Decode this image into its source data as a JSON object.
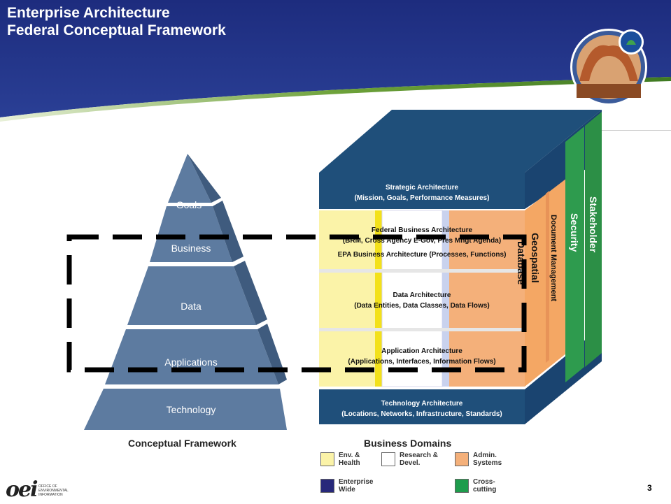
{
  "header": {
    "title_line1": "Enterprise Architecture",
    "title_line2": "Federal Conceptual Framework",
    "bg_color": "#1a2b78",
    "accent_color": "#6ea23a"
  },
  "pyramid": {
    "levels": [
      "Goals",
      "Business",
      "Data",
      "Applications",
      "Technology"
    ],
    "caption": "Conceptual Framework",
    "color": "#4f6f94"
  },
  "cube": {
    "top_layer": {
      "title": "Strategic Architecture",
      "subtitle": "(Mission, Goals, Performance Measures)"
    },
    "business_layer": {
      "line1": "Federal Business Architecture",
      "line2": "(BRM, Cross Agency E-Gov, Pres Mngt Agenda)",
      "line3": "EPA Business Architecture (Processes, Functions)"
    },
    "data_layer": {
      "title": "Data Architecture",
      "subtitle": "(Data Entities, Data Classes, Data Flows)"
    },
    "application_layer": {
      "title": "Application Architecture",
      "subtitle": "(Applications, Interfaces, Information Flows)"
    },
    "bottom_layer": {
      "title": "Technology Architecture",
      "subtitle": "(Locations, Networks, Infrastructure, Standards)"
    },
    "side_columns": [
      "Database",
      "Geospatial",
      "Document Management"
    ],
    "crosscutting_columns": [
      "Security",
      "Stakeholder"
    ],
    "colors": {
      "enterprise": "#1f4f7a",
      "env_health": "#fbf3a8",
      "research": "#ffffff",
      "admin": "#f4b07a",
      "crosscutting": "#2e9b4e"
    }
  },
  "legend": {
    "caption": "Business Domains",
    "items": [
      {
        "label": "Env. &\nHealth",
        "color": "#fbf3a8"
      },
      {
        "label": "Research &\nDevel.",
        "color": "#ffffff"
      },
      {
        "label": "Admin.\nSystems",
        "color": "#f4b07a"
      },
      {
        "label": "Enterprise\nWide",
        "color": "#27287a"
      },
      {
        "label": "Cross-\ncutting",
        "color": "#1e9c4c"
      }
    ]
  },
  "footer": {
    "logo_mark": "oei",
    "logo_text": "OFFICE OF\nENVIRONMENTAL\nINFORMATION",
    "page_number": "3"
  }
}
